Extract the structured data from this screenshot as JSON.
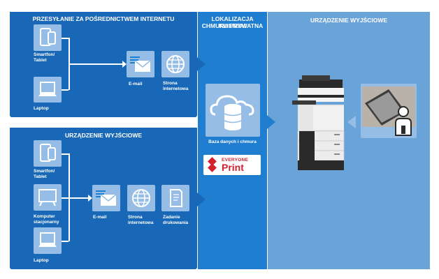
{
  "panels": {
    "top_title": "PRZESYŁANIE ZA POŚREDNICTWEM INTERNETU",
    "bottom_title": "URZĄDZENIE WYJŚCIOWE",
    "middle_title_line1": "LOKALIZACJA KLIENTA/",
    "middle_title_line2": "CHMURA PRYWATNA",
    "right_title": "URZĄDZENIE WYJŚCIOWE"
  },
  "top": {
    "device1_line1": "Smartfon/",
    "device1_line2": "Tablet",
    "device2": "Laptop",
    "email": "E-mail",
    "web_line1": "Strona",
    "web_line2": "internetowa"
  },
  "bottom": {
    "device1_line1": "Smartfon/",
    "device1_line2": "Tablet",
    "device2_line1": "Komputer",
    "device2_line2": "stacjonarny",
    "device3": "Laptop",
    "email": "E-mail",
    "web_line1": "Strona",
    "web_line2": "internetowa",
    "job_line1": "Zadanie",
    "job_line2": "drukowania"
  },
  "middle": {
    "db_label": "Baza danych i chmura"
  },
  "logo": {
    "line1": "EVERYONE",
    "line2": "Print"
  },
  "colors": {
    "panel_dark": "#1868b7",
    "panel_mid": "#1f7ed0",
    "panel_light": "#6aa3d8",
    "tile": "#96bde6",
    "logo_red": "#d3202f"
  }
}
